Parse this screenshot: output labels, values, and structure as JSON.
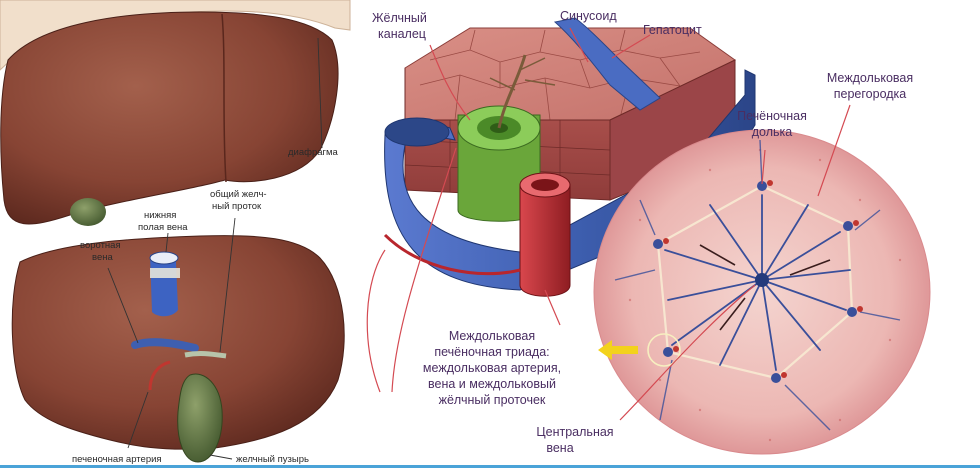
{
  "labels": {
    "diaphragm": "диафрагма",
    "common_bile_duct": [
      "общий желч-",
      "ный проток"
    ],
    "inferior_vena_cava": [
      "нижняя",
      "полая вена"
    ],
    "portal_vein": [
      "воротная",
      "вена"
    ],
    "hepatic_artery": "печеночная артерия",
    "gallbladder": "желчный пузырь",
    "bile_canaliculus": [
      "Жёлчный",
      "каналец"
    ],
    "sinusoid": "Синусоид",
    "hepatocyte": "Гепатоцит",
    "interlobular_septum": [
      "Междольковая",
      "перегородка"
    ],
    "hepatic_lobule": [
      "Печёночная",
      "долька"
    ],
    "portal_triad": [
      "Междольковая",
      "печёночная триада:",
      "междольковая артерия,",
      "вена и междольковый",
      "жёлчный проточек"
    ],
    "central_vein": [
      "Центральная",
      "вена"
    ]
  },
  "colors": {
    "liver": "#8b4a3a",
    "liver_dark": "#5c2a20",
    "gallbladder": "#5f7a45",
    "vein_blue": "#3e5fb0",
    "artery_red": "#b8262d",
    "bile_green": "#6aa63a",
    "lobule_pink": "#e8a6a8",
    "label_purple": "#4a2e62",
    "arrow_yellow": "#f3d21c",
    "bottom_rule": "#4aa3d8"
  },
  "icons": [
    "yellow-arrow-icon"
  ]
}
